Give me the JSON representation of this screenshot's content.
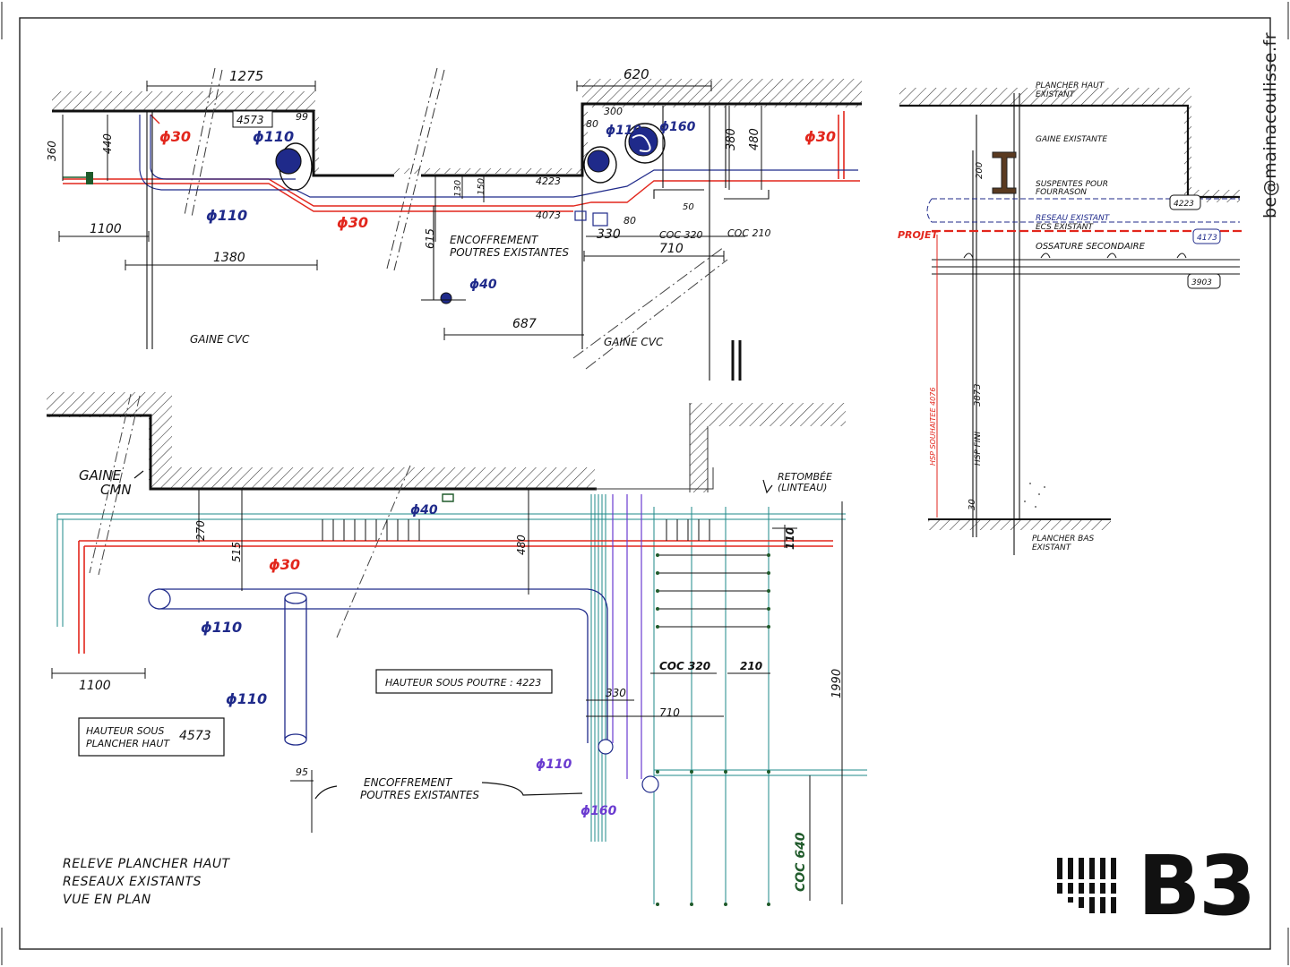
{
  "sheet": {
    "email": "be@mainacoulisse.fr",
    "logo": "B3",
    "title_lines": [
      "RELEVE PLANCHER HAUT",
      "RESEAUX EXISTANTS",
      "VUE EN PLAN"
    ]
  },
  "colors": {
    "ink": "#1a1a1a",
    "red": "#e2261c",
    "blue": "#1f2a8a",
    "violet": "#6a3bd0",
    "teal": "#1e8a8a",
    "green": "#1f5a2a"
  },
  "section_top": {
    "dims": {
      "d1275": "1275",
      "d620": "620",
      "d1100": "1100",
      "d1380": "1380",
      "d687": "687",
      "d710": "710",
      "d330": "330",
      "d380": "380",
      "d480": "480",
      "d300": "300",
      "d360": "360",
      "d440": "440",
      "d615": "615",
      "d130": "130",
      "d150": "150",
      "d99": "99",
      "d80a": "80",
      "d80b": "80",
      "d50": "50",
      "d4573": "4573",
      "d4223": "4223",
      "d4073": "4073",
      "coc320": "COC 320",
      "coc210": "COC 210"
    },
    "labels": {
      "phi30_left": "ϕ30",
      "phi30_mid": "ϕ30",
      "phi30_right": "ϕ30",
      "phi110_a": "ϕ110",
      "phi110_b": "ϕ110",
      "phi110_c": "ϕ110",
      "phi160": "ϕ160",
      "phi40": "ϕ40",
      "coffrage_1": "ENCOFFREMENT",
      "coffrage_2": "POUTRES EXISTANTES",
      "gaine_left": "GAINE CVC",
      "gaine_right": "GAINE CVC"
    }
  },
  "section_right": {
    "labels": {
      "plancher_haut_1": "PLANCHER HAUT",
      "plancher_haut_2": "EXISTANT",
      "gaine": "GAINE EXISTANTE",
      "suspentes_1": "SUSPENTES POUR",
      "suspentes_2": "FOURRASON",
      "reseau_1": "RESEAU EXISTANT",
      "reseau_2": "ECS EXISTANT",
      "projet": "PROJET",
      "ossature": "OSSATURE SECONDAIRE",
      "hsp_souhaitee": "HSP SOUHAITEE 4076",
      "hsp_fini": "HSP FINI",
      "plancher_bas_1": "PLANCHER BAS",
      "plancher_bas_2": "EXISTANT"
    },
    "dims": {
      "d200": "200",
      "d4223": "4223",
      "d4173": "4173",
      "d3903": "3903",
      "d3873": "3873",
      "d30": "30"
    }
  },
  "plan": {
    "labels": {
      "gaine_1": "GAINE",
      "gaine_2": "CMN",
      "retombee_1": "RETOMBÉE",
      "retombee_2": "(LINTEAU)",
      "phi40": "ϕ40",
      "phi30": "ϕ30",
      "phi110_a": "ϕ110",
      "phi110_b": "ϕ110",
      "phi110_c": "ϕ110",
      "phi160": "ϕ160",
      "hauteur_poutre": "HAUTEUR SOUS POUTRE : 4223",
      "hauteur_haut_1": "HAUTEUR SOUS",
      "hauteur_haut_2": "PLANCHER HAUT",
      "hauteur_haut_val": "4573",
      "coffrage_1": "ENCOFFREMENT",
      "coffrage_2": "POUTRES EXISTANTES"
    },
    "dims": {
      "d270": "270",
      "d515": "515",
      "d480": "480",
      "d110": "110",
      "d1100": "1100",
      "d330": "330",
      "d710": "710",
      "d95": "95",
      "d1990": "1990",
      "coc320": "COC 320",
      "d210": "210",
      "coc640": "COC 640"
    }
  }
}
